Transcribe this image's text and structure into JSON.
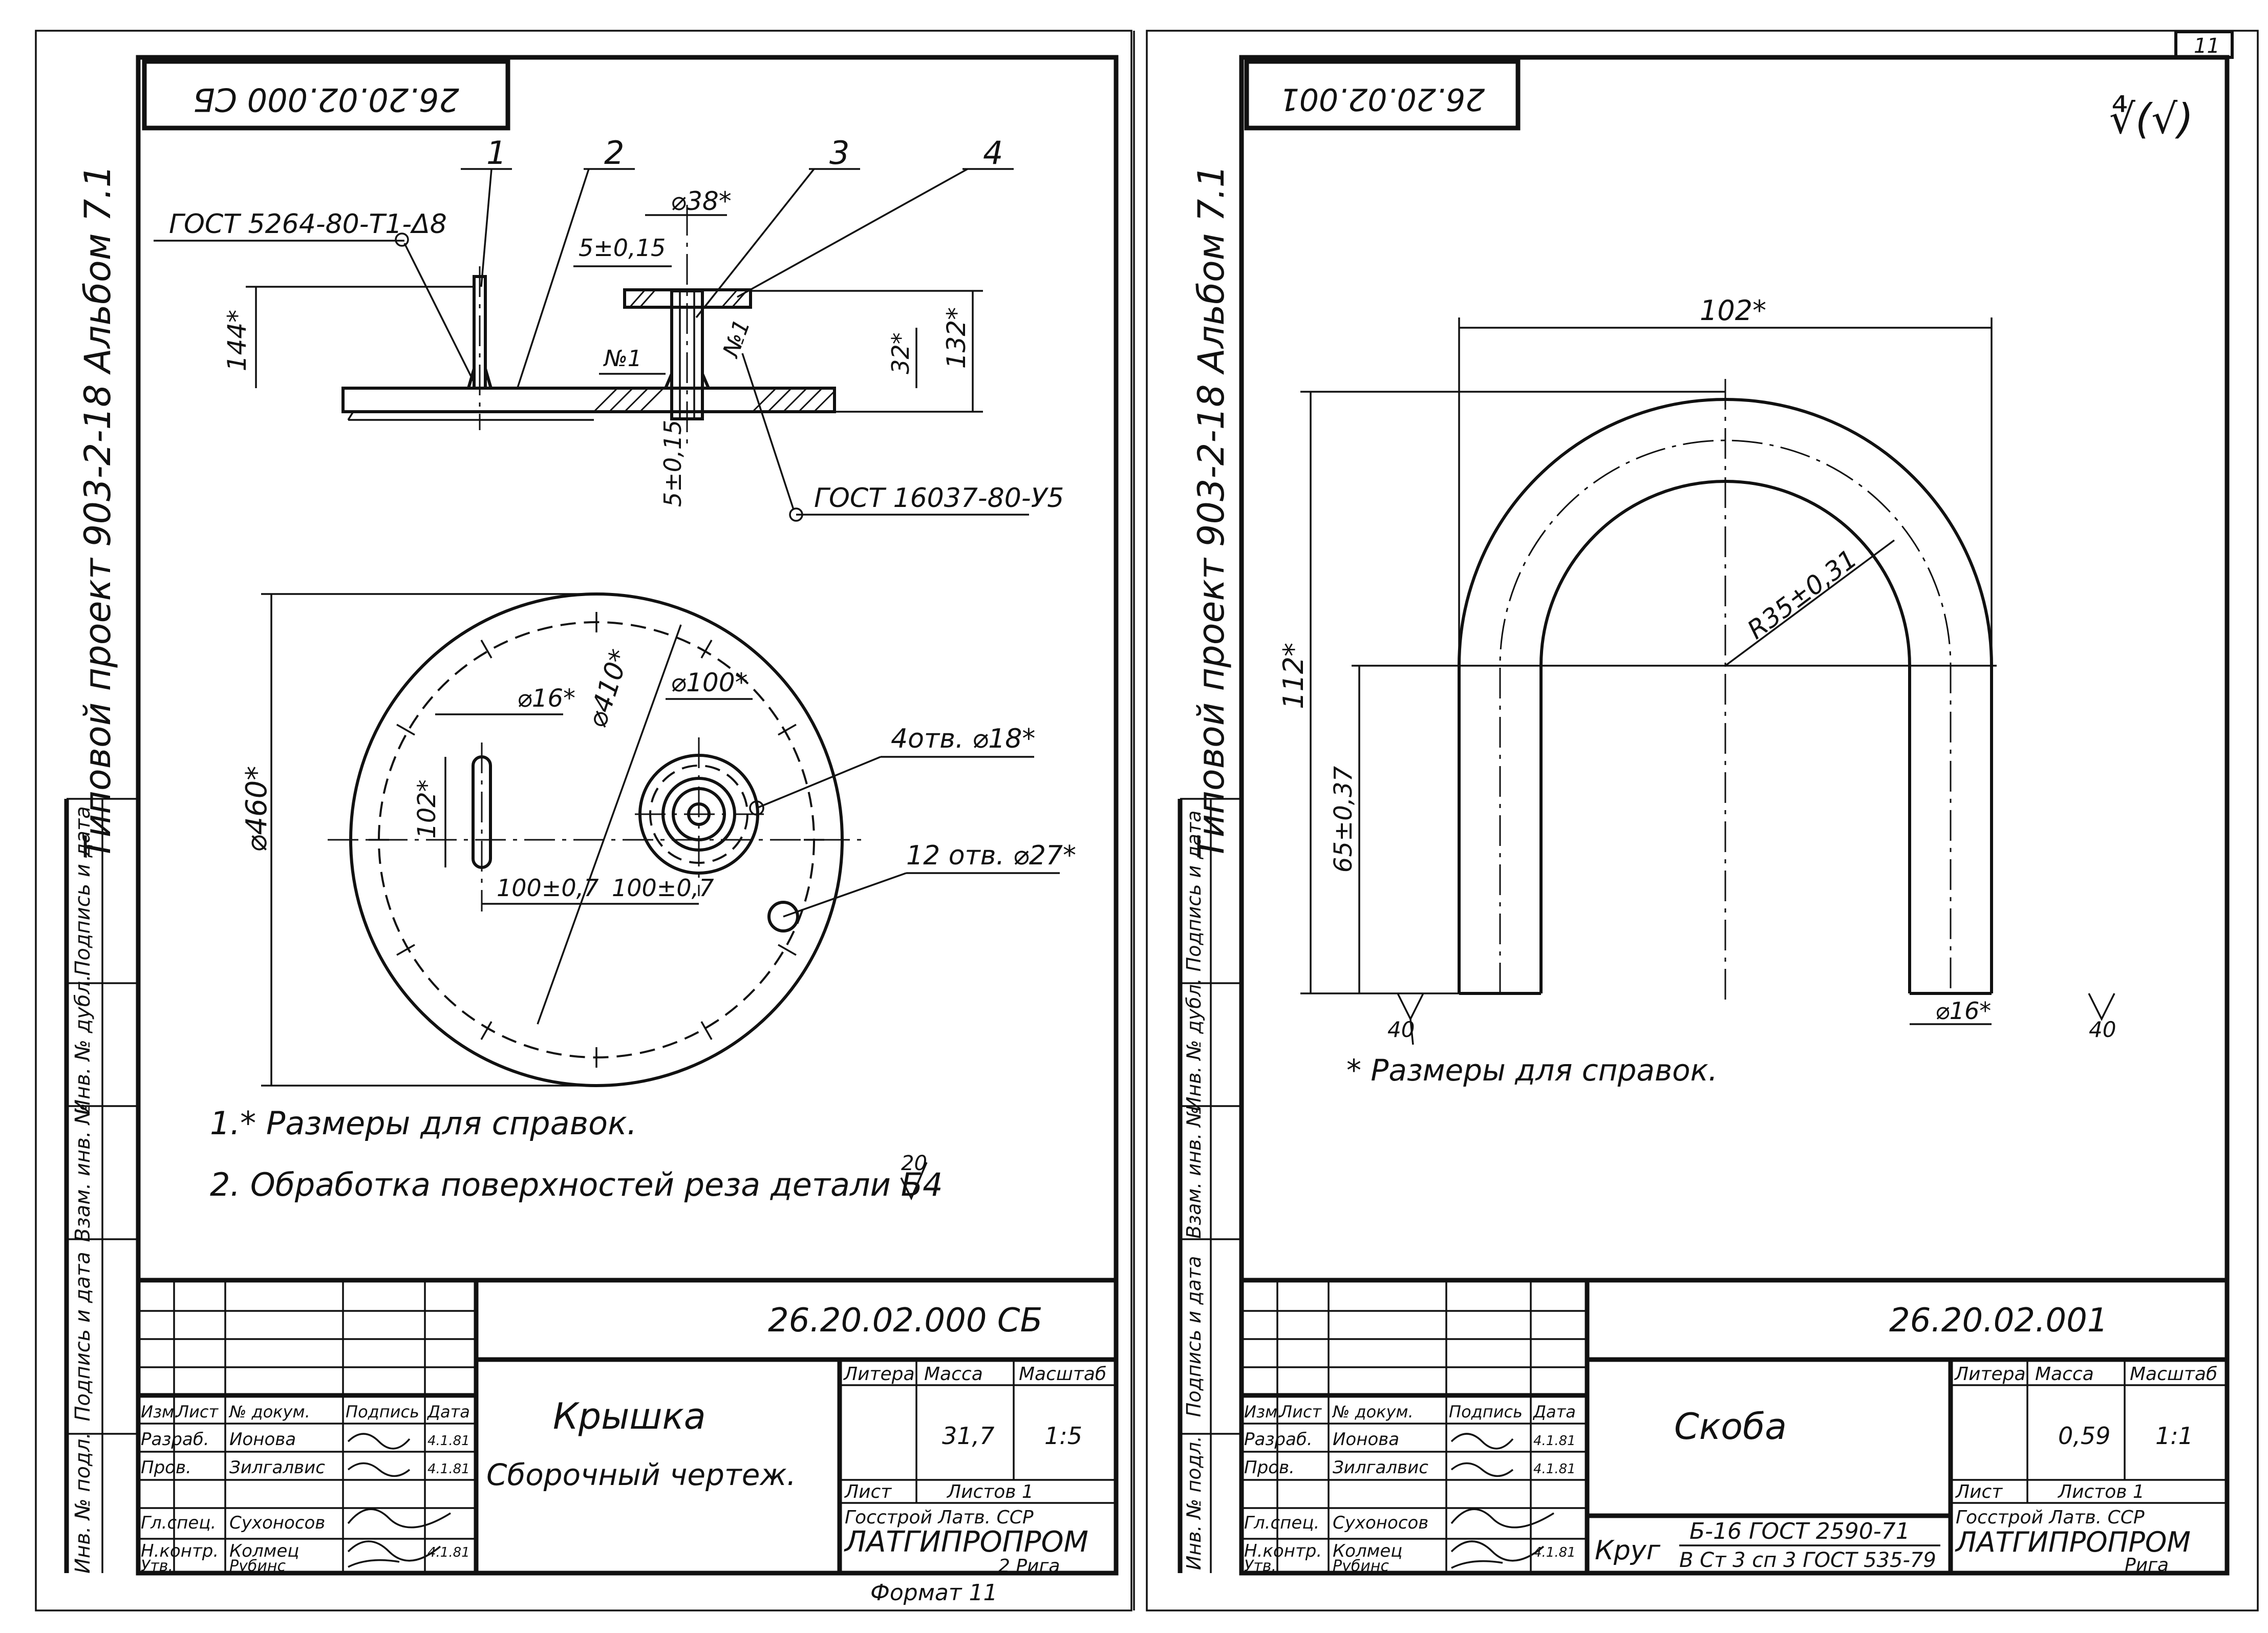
{
  "left_sheet": {
    "stamp_code_rotated": "26.20.02.000 СБ",
    "side_label": "Типовой проект 903-2-18 Альбом 7.1",
    "side_columns": [
      "Инв. № подл.",
      "Подпись и дата",
      "Взам. инв. №",
      "Инв. № дубл.",
      "Подпись и дата"
    ],
    "top_view": {
      "callouts": [
        "1",
        "2",
        "3",
        "4"
      ],
      "weld_top": "ГОСТ 5264-80-Т1-Δ8",
      "weld_bottom": "ГОСТ 16037-80-У5",
      "dims": [
        "144*",
        "⌀38*",
        "5±0,15",
        "5±0,15",
        "32*",
        "132*",
        "№1",
        "№1"
      ]
    },
    "plan_view": {
      "dims": [
        "⌀460*",
        "⌀410*",
        "⌀16*",
        "102*",
        "⌀100*",
        "100±0,7",
        "100±0,7"
      ],
      "holes_4": "4отв. ⌀18*",
      "holes_12": "12 отв. ⌀27*"
    },
    "notes": [
      "1.* Размеры для справок.",
      "2. Обработка поверхностей реза детали Б4"
    ],
    "roughness": "20",
    "title_block": {
      "code": "26.20.02.000 СБ",
      "name": "Крышка",
      "doc_type": "Сборочный чертеж.",
      "headers": [
        "Литера",
        "Масса",
        "Масштаб"
      ],
      "mass": "31,7",
      "scale": "1:5",
      "sheet_label": "Лист",
      "sheets_label": "Листов 1",
      "org_line1": "Госстрой Латв. ССР",
      "org_line2": "ЛАТГИПРОПРОМ",
      "org_line3": "2 Рига",
      "col_headers": [
        "Изм.",
        "Лист",
        "№ докум.",
        "Подпись",
        "Дата"
      ],
      "rows": [
        {
          "role": "Разраб.",
          "name": "Ионова",
          "date": "4.1.81"
        },
        {
          "role": "Пров.",
          "name": "Зилгалвис",
          "date": "4.1.81"
        },
        {
          "role": "Гл.спец.",
          "name": "Сухоносов",
          "date": ""
        },
        {
          "role": "Н.контр.",
          "name": "Колмец",
          "date": "4.1.81"
        },
        {
          "role": "Утв.",
          "name": "Рубинс",
          "date": ""
        }
      ]
    },
    "format": "Формат 11"
  },
  "right_sheet": {
    "stamp_code_rotated": "26.20.02.001",
    "sheet_number": "11",
    "roughness_mark": "∜(√)",
    "side_label": "Типовой проект 903-2-18 Альбом 7.1",
    "side_columns": [
      "Инв. № подл.",
      "Подпись и дата",
      "Взам. инв. №",
      "Инв. № дубл.",
      "Подпись и дата"
    ],
    "dims": [
      "102*",
      "112*",
      "R35±0,31",
      "65±0,37",
      "⌀16*",
      "40",
      "40"
    ],
    "note": "* Размеры для справок.",
    "title_block": {
      "code": "26.20.02.001",
      "name": "Скоба",
      "headers": [
        "Литера",
        "Масса",
        "Масштаб"
      ],
      "mass": "0,59",
      "scale": "1:1",
      "sheet_label": "Лист",
      "sheets_label": "Листов 1",
      "org_line1": "Госстрой Латв. ССР",
      "org_line2": "ЛАТГИПРОПРОМ",
      "org_line3": "Рига",
      "material_prefix": "Круг",
      "material_top": "Б-16 ГОСТ 2590-71",
      "material_bottom": "В Ст 3 сп 3 ГОСТ 535-79",
      "col_headers": [
        "Изм.",
        "Лист",
        "№ докум.",
        "Подпись",
        "Дата"
      ],
      "rows": [
        {
          "role": "Разраб.",
          "name": "Ионова",
          "date": "4.1.81"
        },
        {
          "role": "Пров.",
          "name": "Зилгалвис",
          "date": "4.1.81"
        },
        {
          "role": "Гл.спец.",
          "name": "Сухоносов",
          "date": ""
        },
        {
          "role": "Н.контр.",
          "name": "Колмец",
          "date": "4.1.81"
        },
        {
          "role": "Утв.",
          "name": "Рубинс",
          "date": ""
        }
      ]
    }
  }
}
